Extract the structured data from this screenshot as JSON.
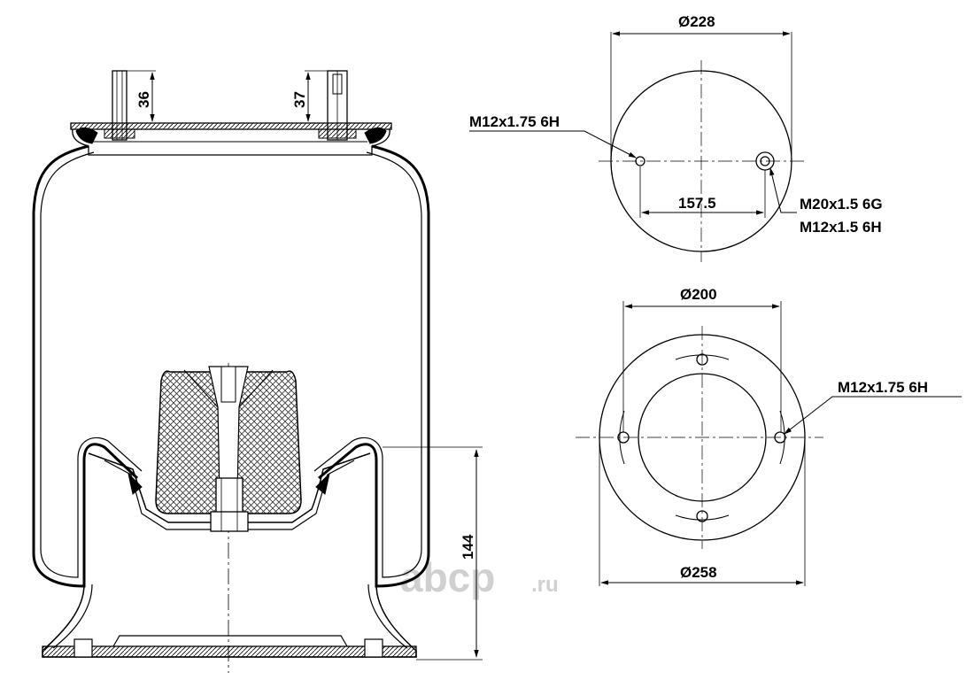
{
  "side_view": {
    "dim_stud_left": "36",
    "dim_stud_right": "37",
    "dim_height": "144"
  },
  "top_view": {
    "diameter": "Ø228",
    "spacing": "157.5",
    "thread_left": "M12x1.75 6H",
    "thread_right_1": "M20x1.5 6G",
    "thread_right_2": "M12x1.5 6H"
  },
  "bottom_view": {
    "inner_diameter": "Ø200",
    "outer_diameter": "Ø258",
    "thread": "M12x1.75 6H"
  },
  "watermark": {
    "brand": "abcp",
    "suffix": ".ru"
  }
}
